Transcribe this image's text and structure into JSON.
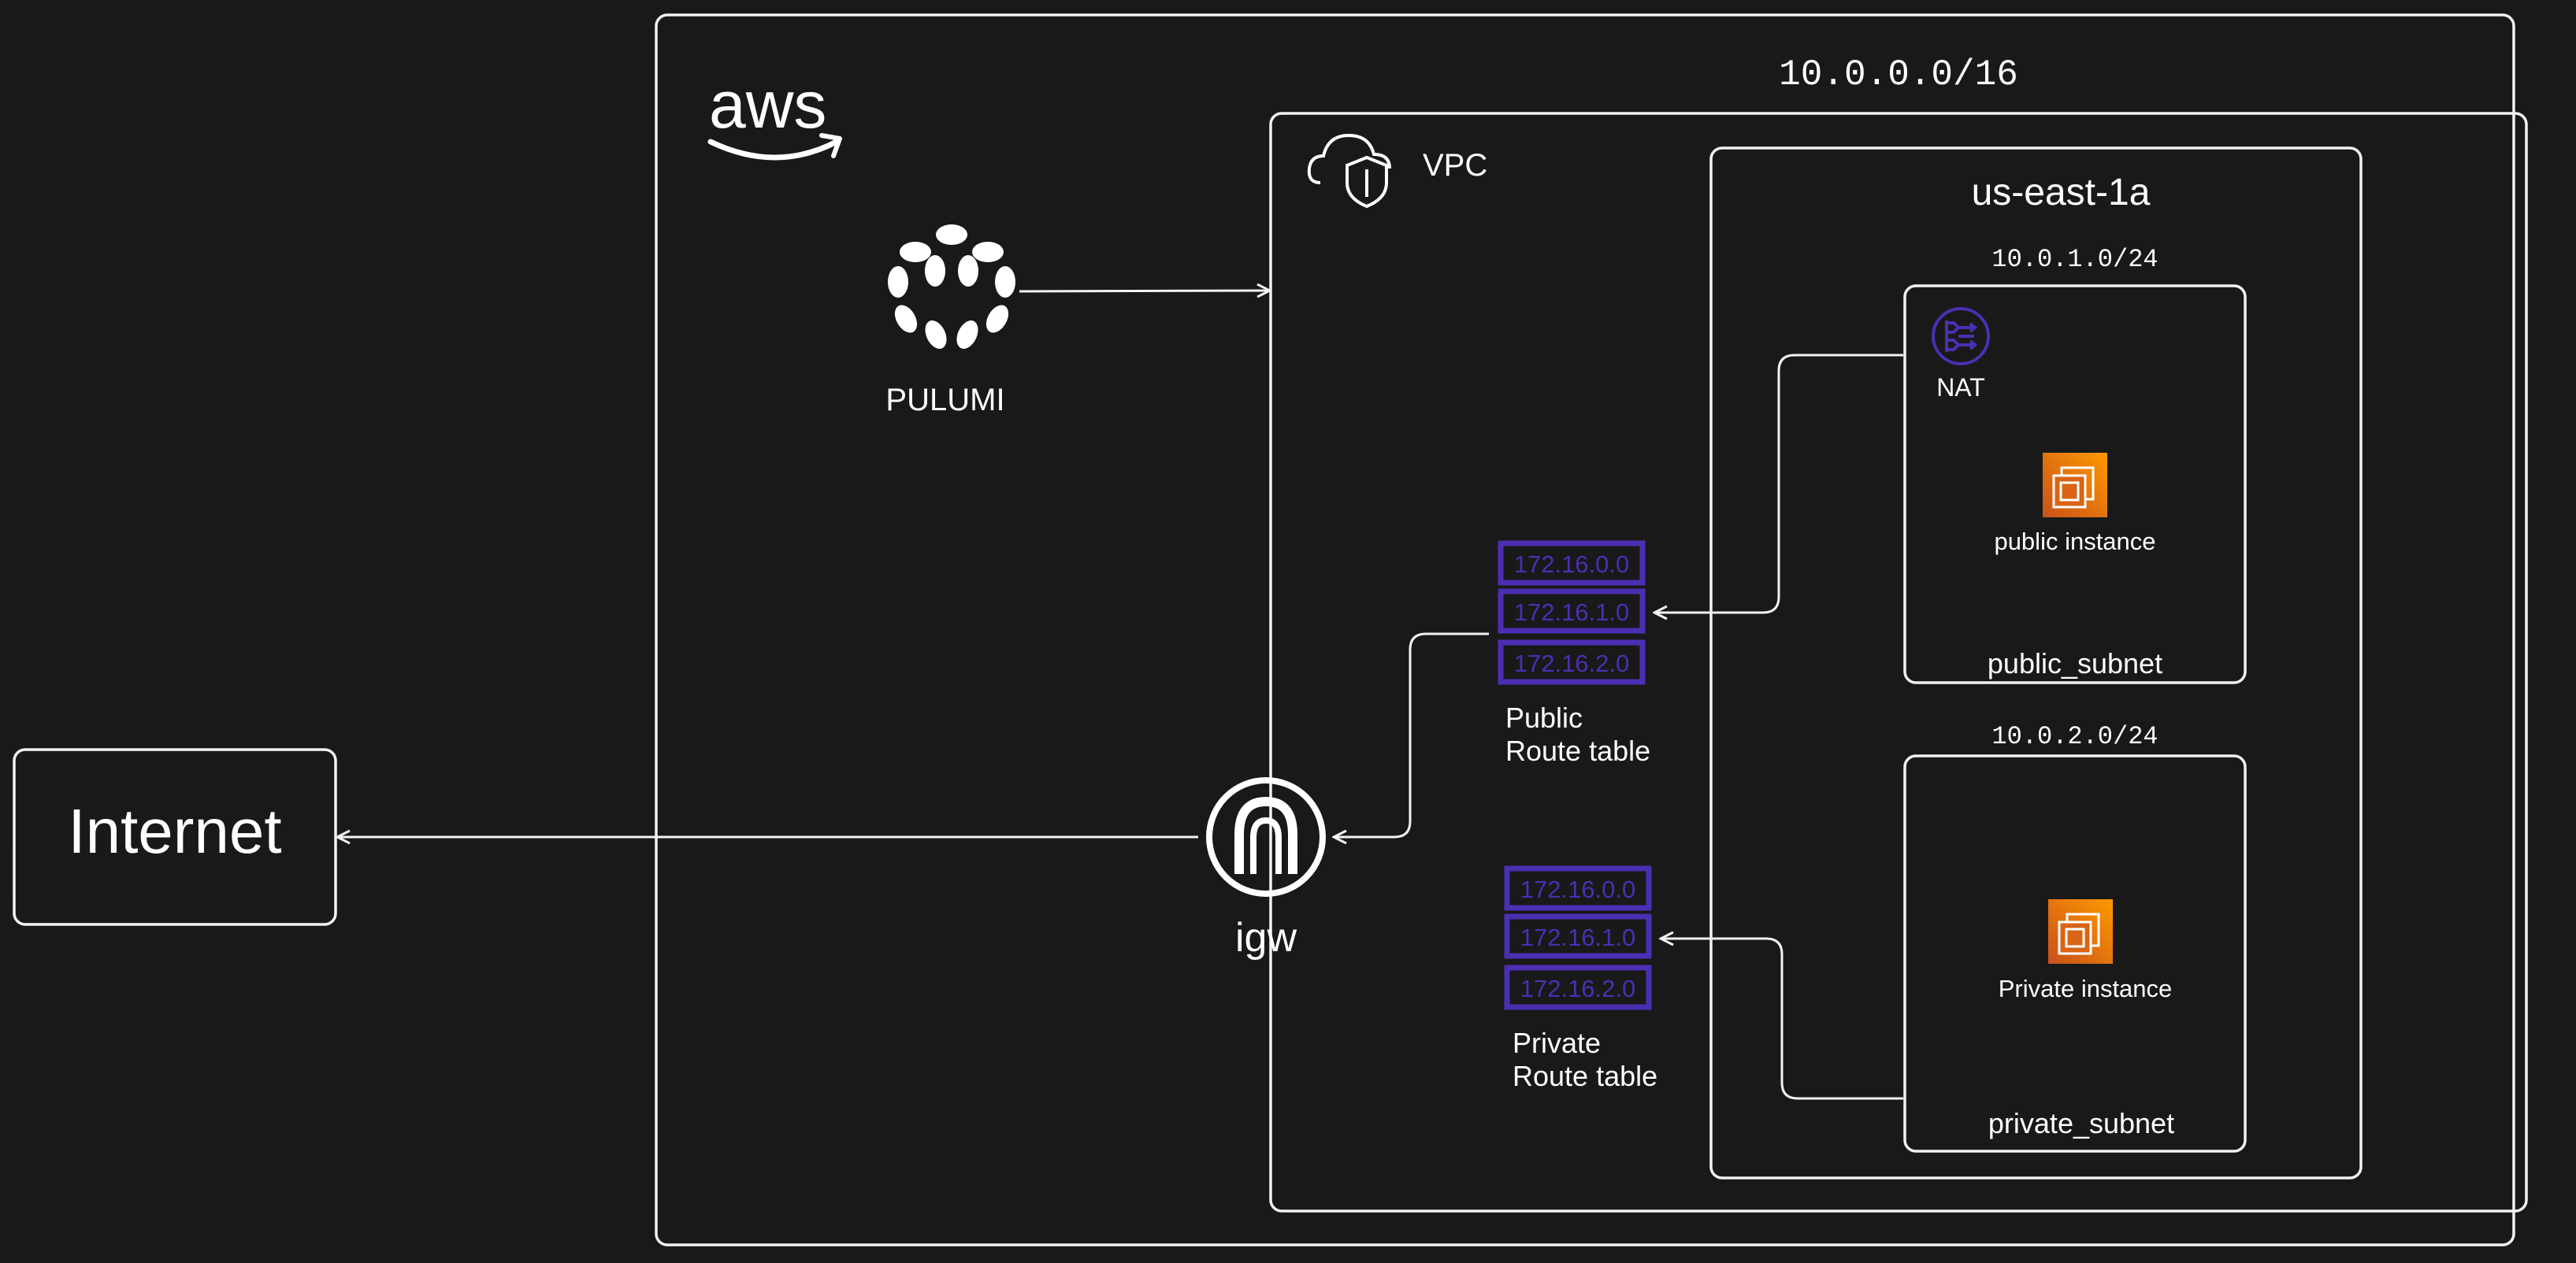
{
  "cidr_block": "10.0.0.0/16",
  "aws_logo": "aws",
  "pulumi": {
    "label": "PULUMI",
    "icon": "pulumi-logo"
  },
  "vpc": {
    "label": "VPC",
    "icon": "vpc-cloud-shield-icon"
  },
  "az": {
    "label": "us-east-1a"
  },
  "public_subnet": {
    "cidr": "10.0.1.0/24",
    "label": "public_subnet",
    "nat_label": "NAT",
    "instance_label": "public instance"
  },
  "private_subnet": {
    "cidr": "10.0.2.0/24",
    "label": "private_subnet",
    "instance_label": "Private instance"
  },
  "public_route_table": {
    "entries": [
      "172.16.0.0",
      "172.16.1.0",
      "172.16.2.0"
    ],
    "label_line1": "Public",
    "label_line2": "Route table"
  },
  "private_route_table": {
    "entries": [
      "172.16.0.0",
      "172.16.1.0",
      "172.16.2.0"
    ],
    "label_line1": "Private",
    "label_line2": "Route table"
  },
  "igw": {
    "label": "igw"
  },
  "internet": {
    "label": "Internet"
  },
  "colors": {
    "background": "#191919",
    "stroke": "#f2f2f2",
    "route_table": "#4b2fb2",
    "nat_icon": "#4b2fb2",
    "ec2_orange": "#e8700e"
  }
}
